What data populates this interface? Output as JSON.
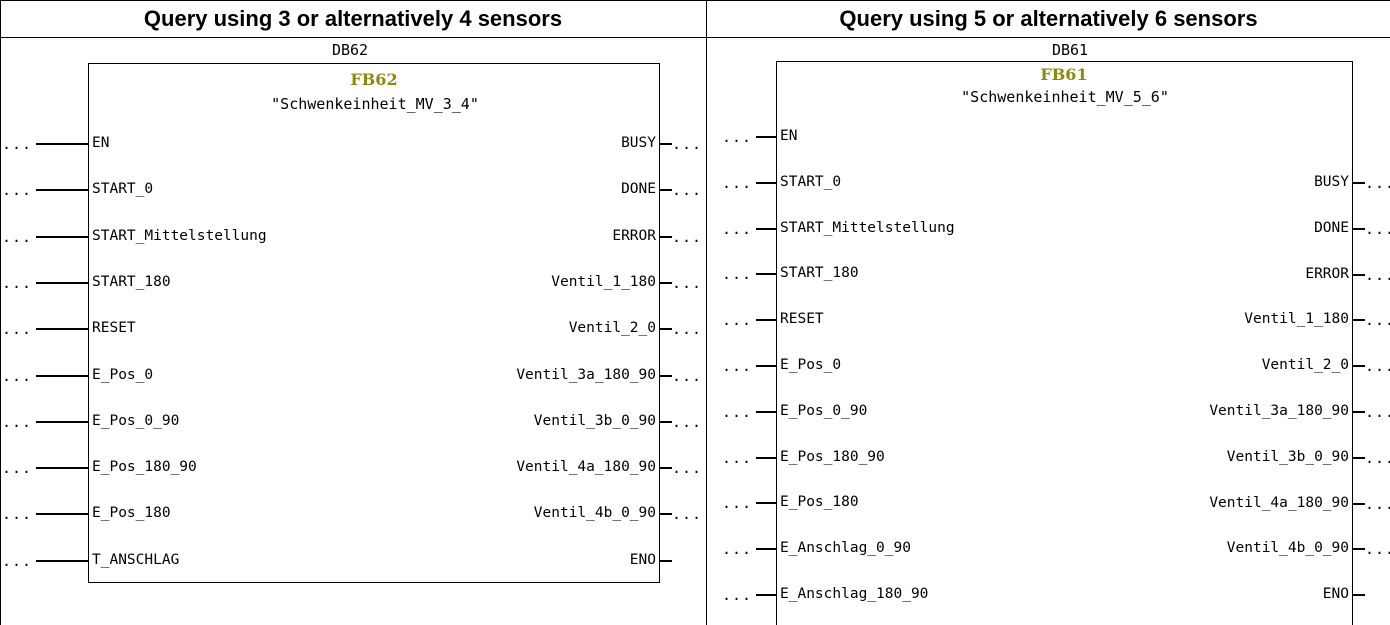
{
  "headers": {
    "left": "Query using 3 or alternatively 4 sensors",
    "right": "Query using 5 or alternatively 6 sensors"
  },
  "blocks": [
    {
      "db": "DB62",
      "fb": "FB62",
      "name": "\"Schwenkeinheit_MV_3_4\"",
      "inputs": [
        "EN",
        "START_0",
        "START_Mittelstellung",
        "START_180",
        "RESET",
        "E_Pos_0",
        "E_Pos_0_90",
        "E_Pos_180_90",
        "E_Pos_180",
        "T_ANSCHLAG"
      ],
      "outputs": [
        "BUSY",
        "DONE",
        "ERROR",
        "Ventil_1_180",
        "Ventil_2_0",
        "Ventil_3a_180_90",
        "Ventil_3b_0_90",
        "Ventil_4a_180_90",
        "Ventil_4b_0_90",
        "ENO"
      ],
      "connector": "..."
    },
    {
      "db": "DB61",
      "fb": "FB61",
      "name": "\"Schwenkeinheit_MV_5_6\"",
      "inputs": [
        "EN",
        "START_0",
        "START_Mittelstellung",
        "START_180",
        "RESET",
        "E_Pos_0",
        "E_Pos_0_90",
        "E_Pos_180_90",
        "E_Pos_180",
        "E_Anschlag_0_90",
        "E_Anschlag_180_90"
      ],
      "outputs": [
        "BUSY",
        "DONE",
        "ERROR",
        "Ventil_1_180",
        "Ventil_2_0",
        "Ventil_3a_180_90",
        "Ventil_3b_0_90",
        "Ventil_4a_180_90",
        "Ventil_4b_0_90",
        "ENO"
      ],
      "connector": "..."
    }
  ]
}
